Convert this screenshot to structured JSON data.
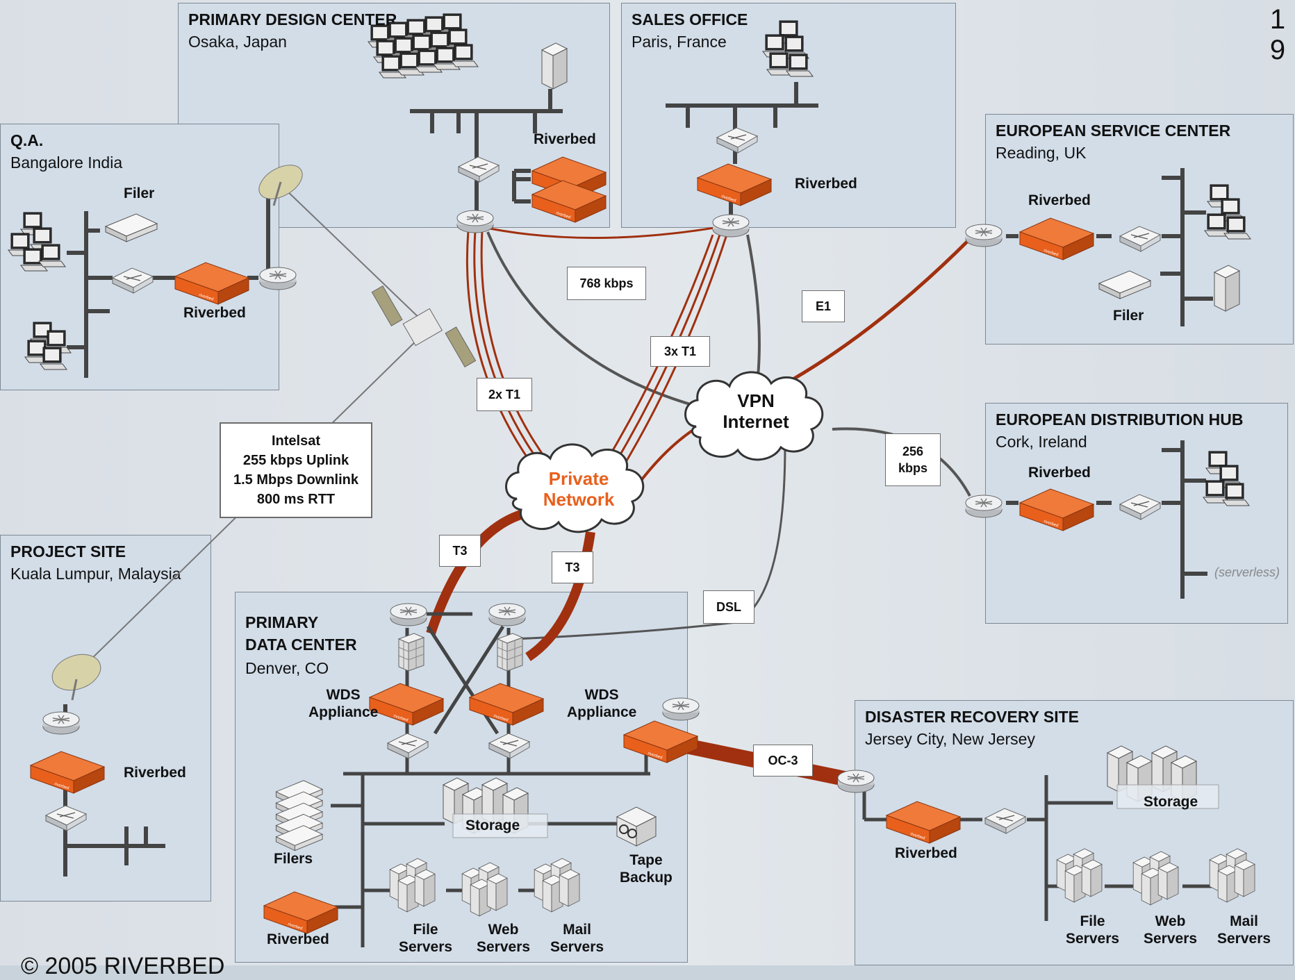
{
  "page_number": [
    "1",
    "9"
  ],
  "copyright": "© 2005 RIVERBED",
  "sites": {
    "design_center": {
      "title": "PRIMARY DESIGN CENTER",
      "location": "Osaka, Japan",
      "riverbed": "Riverbed"
    },
    "sales_office": {
      "title": "SALES OFFICE",
      "location": "Paris, France",
      "riverbed": "Riverbed"
    },
    "qa": {
      "title": "Q.A.",
      "location": "Bangalore India",
      "filer": "Filer",
      "riverbed": "Riverbed"
    },
    "european_service": {
      "title": "EUROPEAN SERVICE CENTER",
      "location": "Reading, UK",
      "riverbed": "Riverbed",
      "filer": "Filer"
    },
    "european_hub": {
      "title": "EUROPEAN DISTRIBUTION HUB",
      "location": "Cork, Ireland",
      "riverbed": "Riverbed",
      "serverless": "(serverless)"
    },
    "project_site": {
      "title": "PROJECT SITE",
      "location": "Kuala Lumpur, Malaysia",
      "riverbed": "Riverbed"
    },
    "data_center": {
      "title": "PRIMARY",
      "title2": "DATA CENTER",
      "location": "Denver, CO",
      "wds_left": [
        "WDS",
        "Appliance"
      ],
      "wds_right": [
        "WDS",
        "Appliance"
      ],
      "filers": "Filers",
      "storage": "Storage",
      "tape": [
        "Tape",
        "Backup"
      ],
      "riverbed": "Riverbed",
      "file_servers": [
        "File",
        "Servers"
      ],
      "web_servers": [
        "Web",
        "Servers"
      ],
      "mail_servers": [
        "Mail",
        "Servers"
      ]
    },
    "disaster_recovery": {
      "title": "DISASTER RECOVERY SITE",
      "location": "Jersey City, New Jersey",
      "riverbed": "Riverbed",
      "storage": "Storage",
      "file_servers": [
        "File",
        "Servers"
      ],
      "web_servers": [
        "Web",
        "Servers"
      ],
      "mail_servers": [
        "Mail",
        "Servers"
      ]
    }
  },
  "links": {
    "kbps768": "768 kbps",
    "e1": "E1",
    "t1x3": "3x T1",
    "t1x2": "2x T1",
    "kbps256": [
      "256",
      "kbps"
    ],
    "t3a": "T3",
    "t3b": "T3",
    "dsl": "DSL",
    "oc3": "OC-3",
    "intelsat": [
      "Intelsat",
      "255 kbps Uplink",
      "1.5 Mbps Downlink",
      "800 ms RTT"
    ]
  },
  "clouds": {
    "vpn": [
      "VPN",
      "Internet"
    ],
    "private": [
      "Private",
      "Network"
    ]
  },
  "colors": {
    "wan_link": "#a0300f",
    "riverbed": "#e8601c",
    "internet_link": "#555555",
    "private_text": "#e8601c",
    "site_fill": "#d2dde8"
  }
}
